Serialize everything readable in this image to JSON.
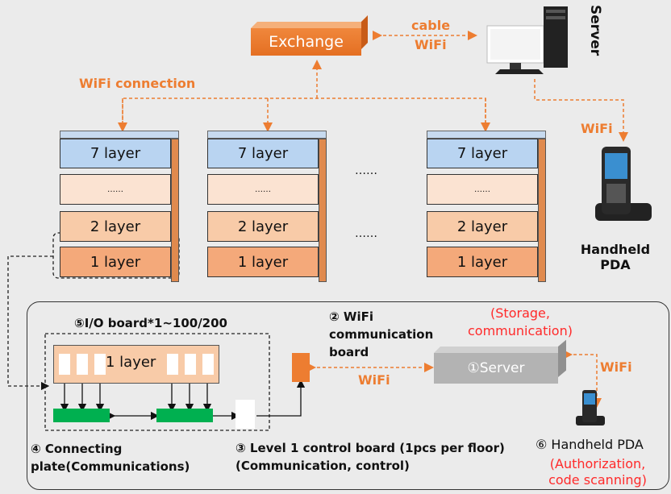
{
  "top": {
    "exchange_label": "Exchange",
    "cable_label": "cable",
    "wifi_label": "WiFi",
    "server_label": "Server",
    "wifi_connection_label": "WiFi connection",
    "pda_wifi_label": "WiFi",
    "pda_label": "Handheld PDA",
    "dots_upper": "……",
    "dots_lower": "……"
  },
  "racks": [
    {
      "top": "7 layer",
      "mid": "……",
      "l2": "2 layer",
      "l1": "1 layer"
    },
    {
      "top": "7 layer",
      "mid": "……",
      "l2": "2 layer",
      "l1": "1 layer"
    },
    {
      "top": "7 layer",
      "mid": "……",
      "l2": "2 layer",
      "l1": "1 layer"
    }
  ],
  "detail": {
    "io_board_label": "⑤I/O board*1~100/200",
    "layer_label": "1 layer",
    "wifi_board_label": "② WiFi communication board",
    "wifi_link_label": "WiFi",
    "server_note": "(Storage, communication)",
    "server_label": "①Server",
    "pda_wifi_label": "WiFi",
    "connecting_label": "④ Connecting plate(Communications)",
    "control_label": "③ Level 1 control board (1pcs per floor) (Communication, control)",
    "pda_label": "⑥ Handheld PDA",
    "pda_note": "(Authorization, code scanning)"
  },
  "colors": {
    "orange": "#ed7d31",
    "green": "#00b050",
    "blue": "#b9d4f1",
    "red": "#ff2a2a"
  }
}
